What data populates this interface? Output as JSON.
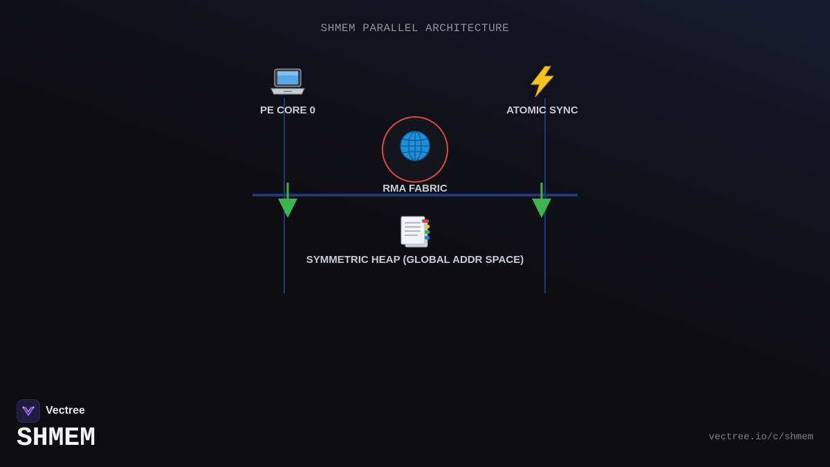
{
  "header": {
    "title": "SHMEM PARALLEL ARCHITECTURE"
  },
  "nodes": {
    "pe_core": {
      "label": "PE CORE 0",
      "icon": "laptop-icon"
    },
    "atomic_sync": {
      "label": "ATOMIC SYNC",
      "icon": "lightning-icon"
    },
    "rma_fabric": {
      "label": "RMA FABRIC",
      "icon": "globe-icon"
    },
    "symmetric_heap": {
      "label": "SYMMETRIC HEAP (GLOBAL ADDR SPACE)",
      "icon": "notebook-icon"
    }
  },
  "brand": {
    "name": "Vectree",
    "logo_icon": "vectree-logo-icon"
  },
  "page": {
    "title": "SHMEM",
    "url": "vectree.io/c/shmem"
  },
  "colors": {
    "background": "#0e0e11",
    "connector": "#1f3a7a",
    "arrow": "#3cb64c",
    "fabric_ring": "#e0473f",
    "label": "#c9ccd3"
  }
}
